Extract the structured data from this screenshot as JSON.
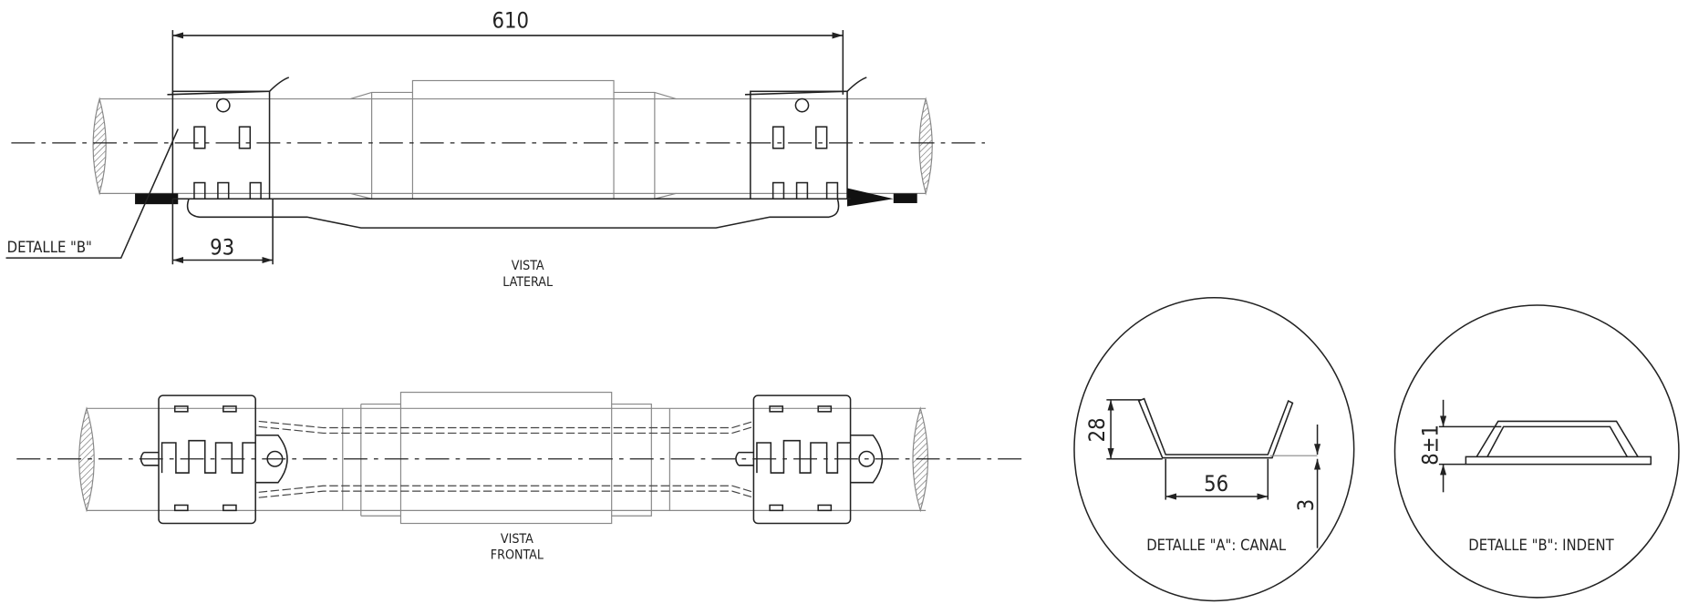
{
  "lateral_view": {
    "title_line1": "VISTA",
    "title_line2": "LATERAL",
    "dim_total": "610",
    "dim_clamp": "93",
    "detail_b_callout": "DETALLE \"B\""
  },
  "frontal_view": {
    "title_line1": "VISTA",
    "title_line2": "FRONTAL"
  },
  "detail_a": {
    "label": "DETALLE \"A\": CANAL",
    "dim_height": "28",
    "dim_width": "56",
    "dim_thickness": "3"
  },
  "detail_b": {
    "label": "DETALLE \"B\": INDENT",
    "dim_height": "8±1"
  },
  "colors": {
    "line": "#222222",
    "light_line": "#888888",
    "background": "#ffffff"
  }
}
